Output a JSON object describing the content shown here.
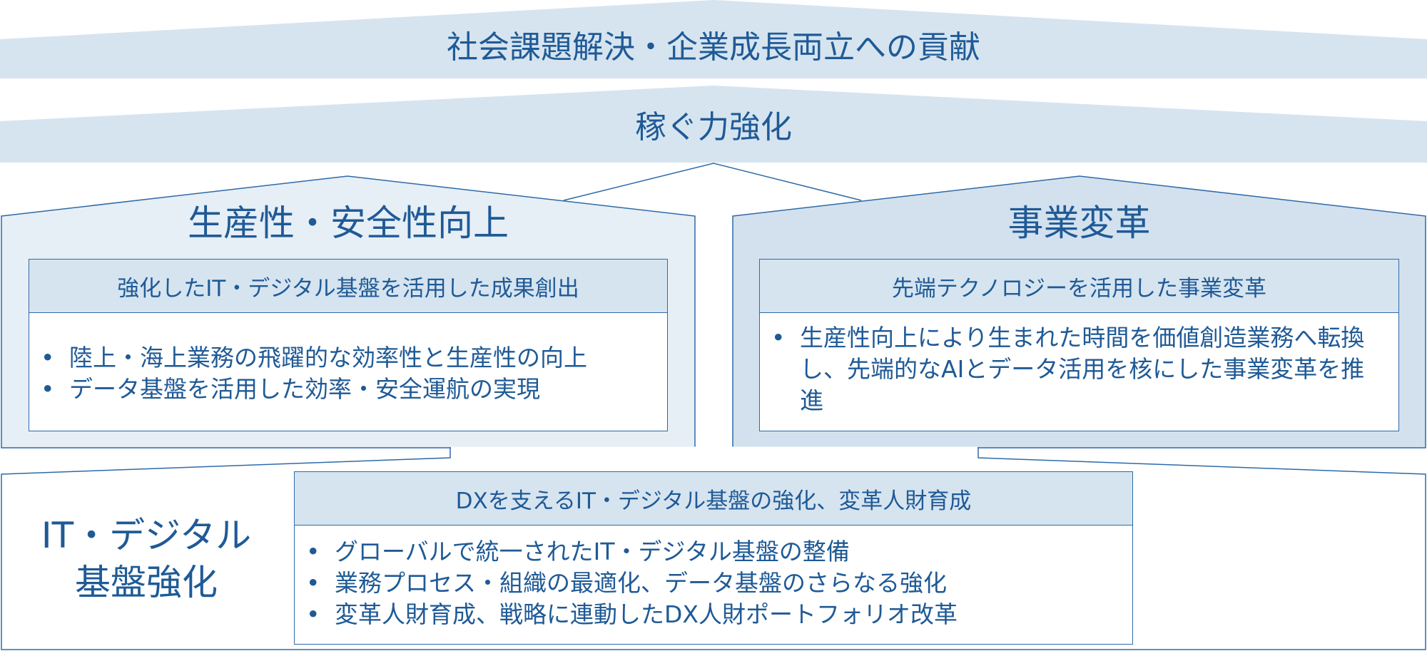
{
  "roof_top": {
    "title": "社会課題解決・企業成長両立への貢献"
  },
  "roof_second": {
    "title": "稼ぐ力強化"
  },
  "pillar_left": {
    "title": "生産性・安全性向上",
    "box_header": "強化したIT・デジタル基盤を活用した成果創出",
    "bullets": [
      "陸上・海上業務の飛躍的な効率性と生産性の向上",
      "データ基盤を活用した効率・安全運航の実現"
    ]
  },
  "pillar_right": {
    "title": "事業変革",
    "box_header": "先端テクノロジーを活用した事業変革",
    "bullets": [
      "生産性向上により生まれた時間を価値創造業務へ転換し、先端的なAIとデータ活用を核にした事業変革を推進"
    ]
  },
  "foundation": {
    "title_line1": "IT・デジタル",
    "title_line2": "基盤強化",
    "box_header": "DXを支えるIT・デジタル基盤の強化、変革人財育成",
    "bullets": [
      "グローバルで統一されたIT・デジタル基盤の整備",
      "業務プロセス・組織の最適化、データ基盤のさらなる強化",
      "変革人財育成、戦略に連動したDX人財ポートフォリオ改革"
    ]
  },
  "colors": {
    "primary_text": "#1f5a96",
    "border": "#2e6aa8",
    "band_fill": "#d6e4f0",
    "left_pillar_fill": "#e6eef6",
    "right_pillar_fill": "#d3e1ee"
  }
}
